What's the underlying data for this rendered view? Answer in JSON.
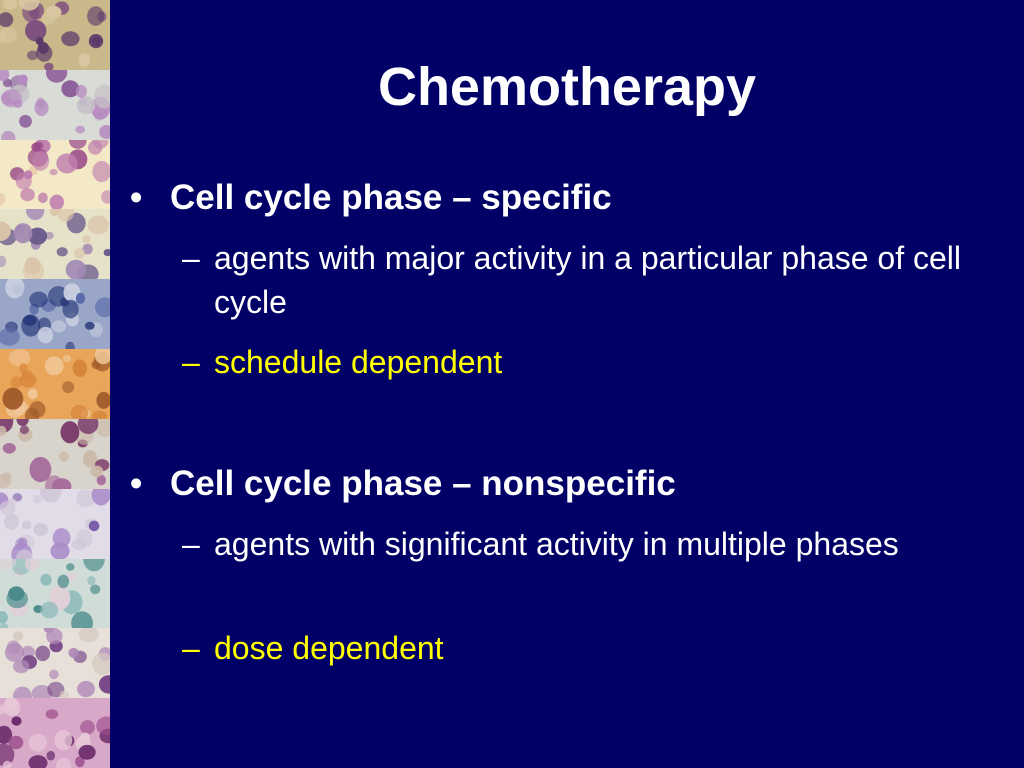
{
  "title": "Chemotherapy",
  "colors": {
    "background": "#000066",
    "text": "#ffffff",
    "highlight": "#ffff00"
  },
  "decoration": {
    "left_strip": "blood-smear-micrograph-tiles"
  },
  "bullets": [
    {
      "marker": "•",
      "text": "Cell cycle phase – specific",
      "subitems": [
        {
          "marker": "–",
          "text": "agents with major activity in a particular phase of cell cycle",
          "highlight": false
        },
        {
          "marker": "–",
          "text": "schedule dependent",
          "highlight": true
        }
      ]
    },
    {
      "marker": "•",
      "text": "Cell cycle phase – nonspecific",
      "subitems": [
        {
          "marker": "–",
          "text": "agents with significant activity in multiple phases",
          "highlight": false
        },
        {
          "marker": "–",
          "text": "dose dependent",
          "highlight": true
        }
      ]
    }
  ]
}
